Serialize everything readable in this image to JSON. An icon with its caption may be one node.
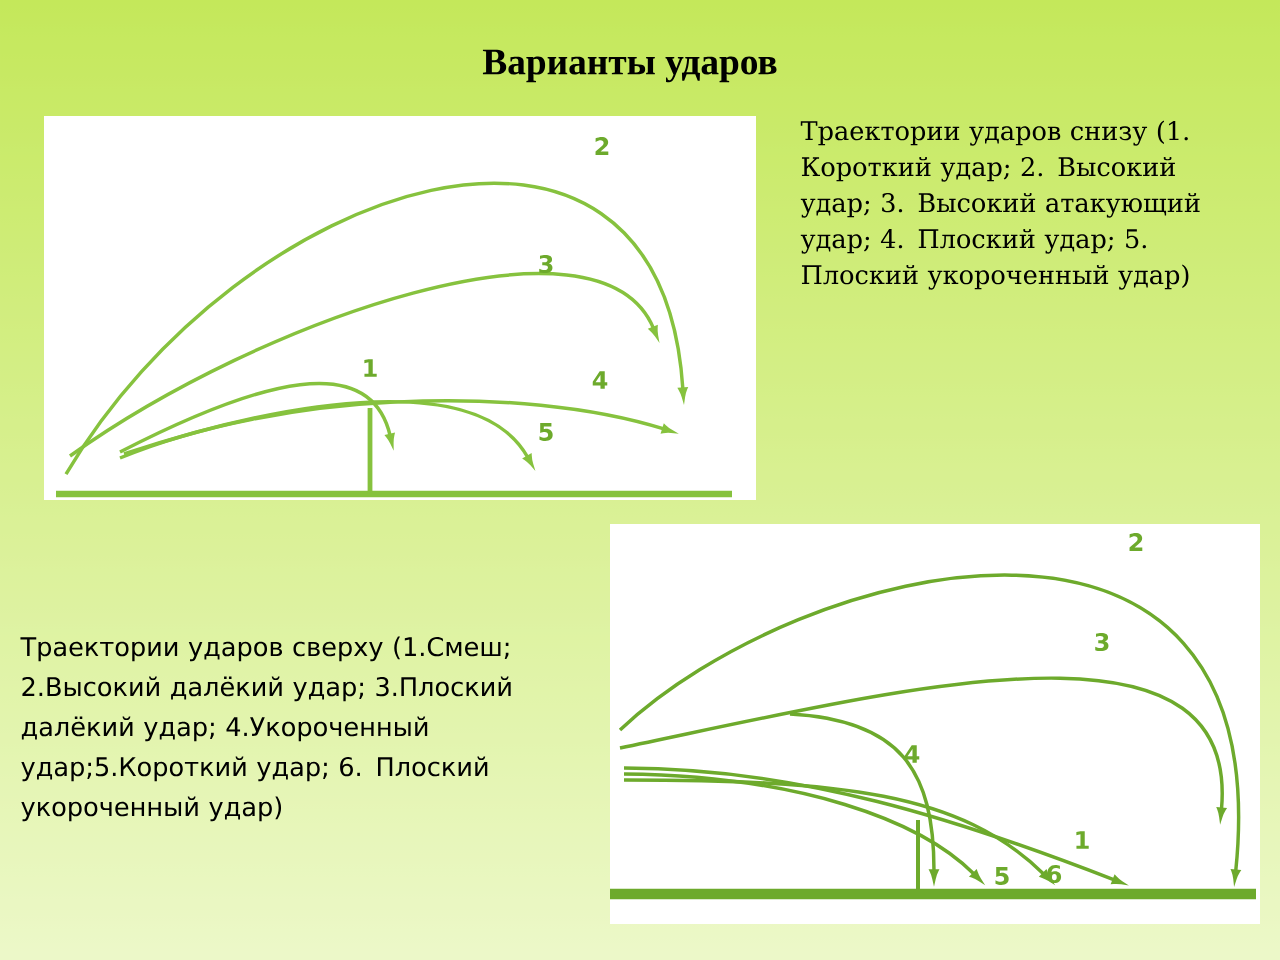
{
  "diagram": {
    "title": "Варианты ударов",
    "labels": [
      "Траектории ударов снизу (1. Короткий удар; 2. Высокий удар; 3. Высокий атакующий удар; 4. Плоский удар; 5. Плоский укороченный удар)",
      "2",
      "3",
      "1",
      "4",
      "5",
      "Траектории ударов сверху (1.Смеш; 2.Высокий далёкий удар; 3.Плоский далёкий удар; 4.Укороченный удар;5.Короткий удар; 6. Плоский укороченный удар)",
      "2",
      "3",
      "4",
      "5",
      "6",
      "1"
    ]
  }
}
